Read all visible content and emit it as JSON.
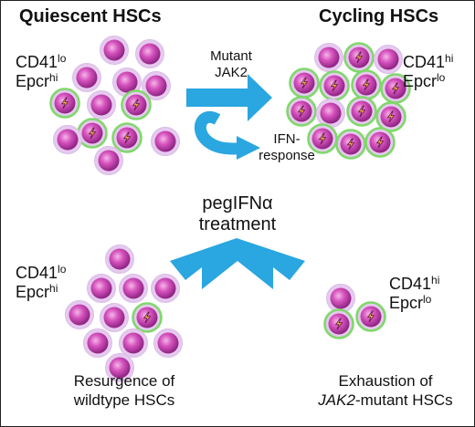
{
  "titles": {
    "quiescent": "Quiescent HSCs",
    "cycling": "Cycling HSCs"
  },
  "markers": {
    "top_left": {
      "a": "CD41",
      "a_sup": "lo",
      "b": "Epcr",
      "b_sup": "hi"
    },
    "top_right": {
      "a": "CD41",
      "a_sup": "hi",
      "b": "Epcr",
      "b_sup": "lo"
    },
    "bottom_left": {
      "a": "CD41",
      "a_sup": "lo",
      "b": "Epcr",
      "b_sup": "hi"
    },
    "bottom_right": {
      "a": "CD41",
      "a_sup": "hi",
      "b": "Epcr",
      "b_sup": "lo"
    }
  },
  "arrows": {
    "mutant_line1": "Mutant",
    "mutant_line2": "JAK2",
    "ifn_line1": "IFN-",
    "ifn_line2": "response"
  },
  "treatment": {
    "line1": "pegIFNα",
    "line2": "treatment"
  },
  "captions": {
    "left_line1": "Resurgence of",
    "left_line2": "wildtype HSCs",
    "right_line1": "Exhaustion of",
    "right_italic": "JAK2",
    "right_line2_rest": "-mutant HSCs"
  },
  "colors": {
    "cell_fill": "#c23fa8",
    "cell_halo": "#e6c9ef",
    "mutant_ring": "#7fd86a",
    "arrow_blue": "#2aa6e0",
    "lightning": "#f2a73b"
  },
  "legend_meaning": {
    "plain_cell": "wildtype HSC",
    "ringed_cell_with_bolt": "JAK2-mutant HSC"
  }
}
